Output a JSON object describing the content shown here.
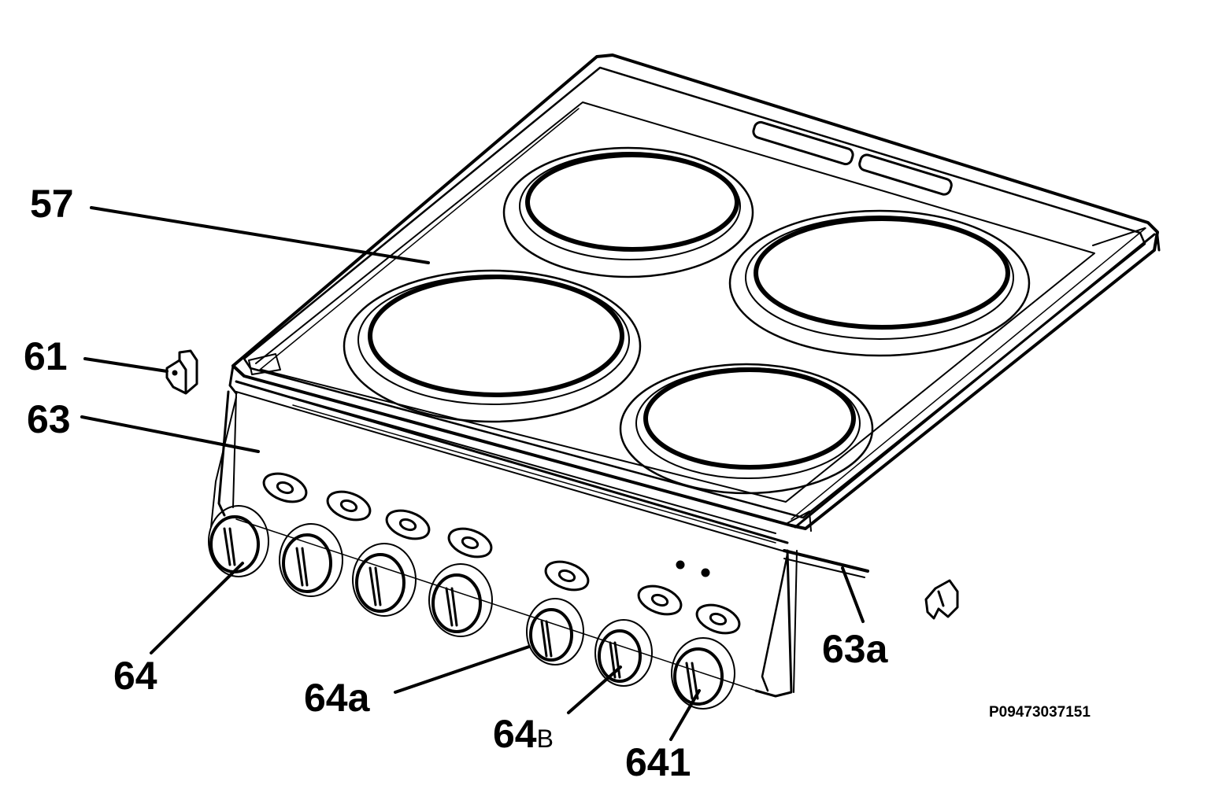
{
  "labels": {
    "l57": "57",
    "l61": "61",
    "l63": "63",
    "l63a": "63a",
    "l64": "64",
    "l64a": "64a",
    "l64b_main": "64",
    "l64b_sub": "B",
    "l641": "641"
  },
  "part_number": "P09473037151",
  "colors": {
    "ink": "#000000",
    "paper": "#ffffff"
  }
}
